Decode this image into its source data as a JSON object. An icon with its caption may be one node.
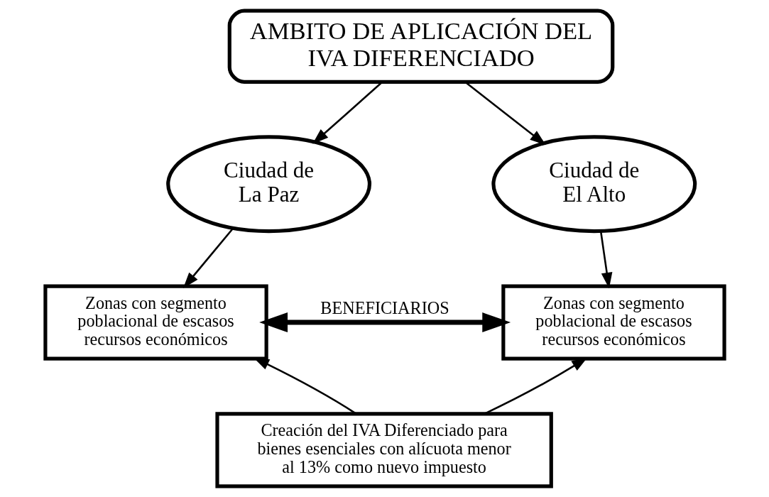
{
  "diagram": {
    "nodes": [
      {
        "text": [
          "AMBITO DE APLICACIÓN DEL IVA DIFERENCIADO"
        ]
      },
      {
        "text": [
          "Ciudad de La Paz"
        ]
      },
      {
        "text": [
          "Ciudad de El Alto"
        ]
      },
      {
        "text": [
          "Zonas con segmento poblacional de escasos recursos económicos"
        ]
      },
      {
        "text": [
          "Zonas con segmento poblacional de escasos recursos económicos"
        ]
      },
      {
        "text": [
          "Creación del IVA Diferenciado para bienes esenciales con alícuota menor al 13% como nuevo impuesto"
        ]
      }
    ],
    "edges": [
      {
        "from": 0,
        "to": 1,
        "arrow": "to"
      },
      {
        "from": 0,
        "to": 2,
        "arrow": "to"
      },
      {
        "from": 1,
        "to": 3,
        "arrow": "to"
      },
      {
        "from": 2,
        "to": 4,
        "arrow": "to"
      },
      {
        "from": 3,
        "to": 4,
        "arrow": "both",
        "label": "BENEFICIARIOS",
        "style": "thick"
      },
      {
        "from": 5,
        "to": 3,
        "arrow": "to"
      },
      {
        "from": 5,
        "to": 4,
        "arrow": "to"
      }
    ]
  }
}
